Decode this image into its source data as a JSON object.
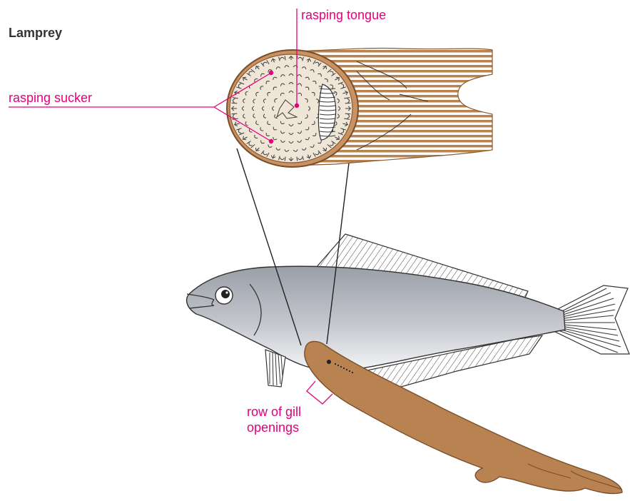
{
  "title": "Lamprey",
  "labels": {
    "rasping_sucker": "rasping sucker",
    "rasping_tongue": "rasping tongue",
    "gill_openings_line1": "row of gill",
    "gill_openings_line2": "openings"
  },
  "colors": {
    "label": "#e4007c",
    "title": "#333333",
    "lamprey_body": "#b98251",
    "lamprey_outline": "#7a4e2a",
    "fish_body_top": "#9a9fa8",
    "fish_body_bottom": "#f2f3f5",
    "sucker_fill": "#efe6d7",
    "sucker_rim": "#8b5a34"
  }
}
